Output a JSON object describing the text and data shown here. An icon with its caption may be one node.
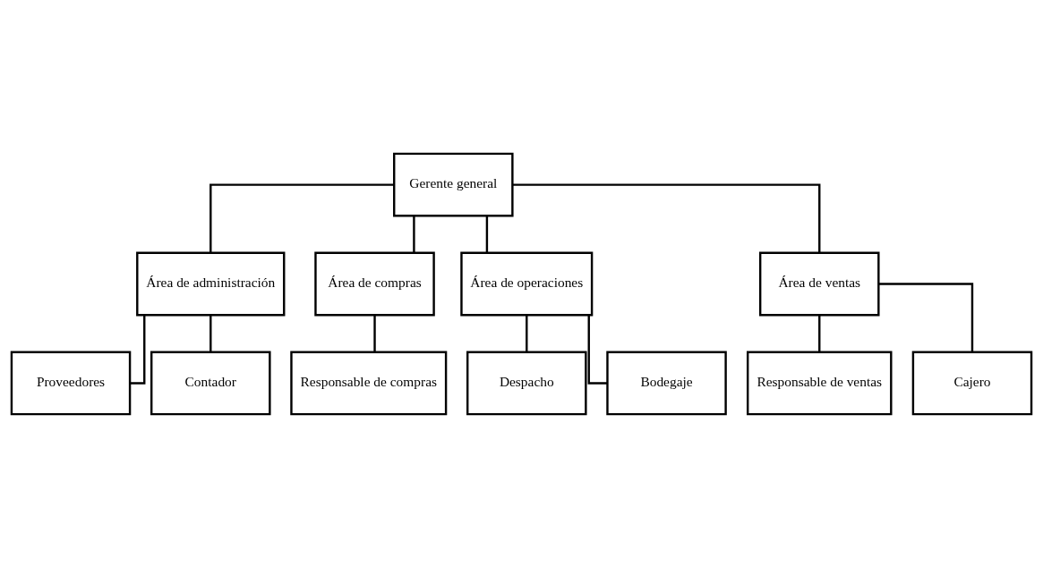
{
  "diagram": {
    "nodes": [
      {
        "text": [
          "Gerente general"
        ]
      },
      {
        "text": [
          "Área de administración"
        ]
      },
      {
        "text": [
          "Área de compras"
        ]
      },
      {
        "text": [
          "Área de operaciones"
        ]
      },
      {
        "text": [
          "Área de ventas"
        ]
      },
      {
        "text": [
          "Proveedores"
        ]
      },
      {
        "text": [
          "Contador"
        ]
      },
      {
        "text": [
          "Responsable de compras"
        ]
      },
      {
        "text": [
          "Despacho"
        ]
      },
      {
        "text": [
          "Bodegaje"
        ]
      },
      {
        "text": [
          "Responsable de ventas"
        ]
      },
      {
        "text": [
          "Cajero"
        ]
      }
    ],
    "edges": [
      {
        "from": 0,
        "to": 1,
        "arrow": "none"
      },
      {
        "from": 0,
        "to": 2,
        "arrow": "none"
      },
      {
        "from": 0,
        "to": 3,
        "arrow": "none"
      },
      {
        "from": 0,
        "to": 4,
        "arrow": "none"
      },
      {
        "from": 1,
        "to": 5,
        "arrow": "none"
      },
      {
        "from": 1,
        "to": 6,
        "arrow": "none"
      },
      {
        "from": 2,
        "to": 7,
        "arrow": "none"
      },
      {
        "from": 3,
        "to": 8,
        "arrow": "none"
      },
      {
        "from": 3,
        "to": 9,
        "arrow": "none"
      },
      {
        "from": 4,
        "to": 10,
        "arrow": "none"
      },
      {
        "from": 4,
        "to": 11,
        "arrow": "none"
      }
    ]
  }
}
